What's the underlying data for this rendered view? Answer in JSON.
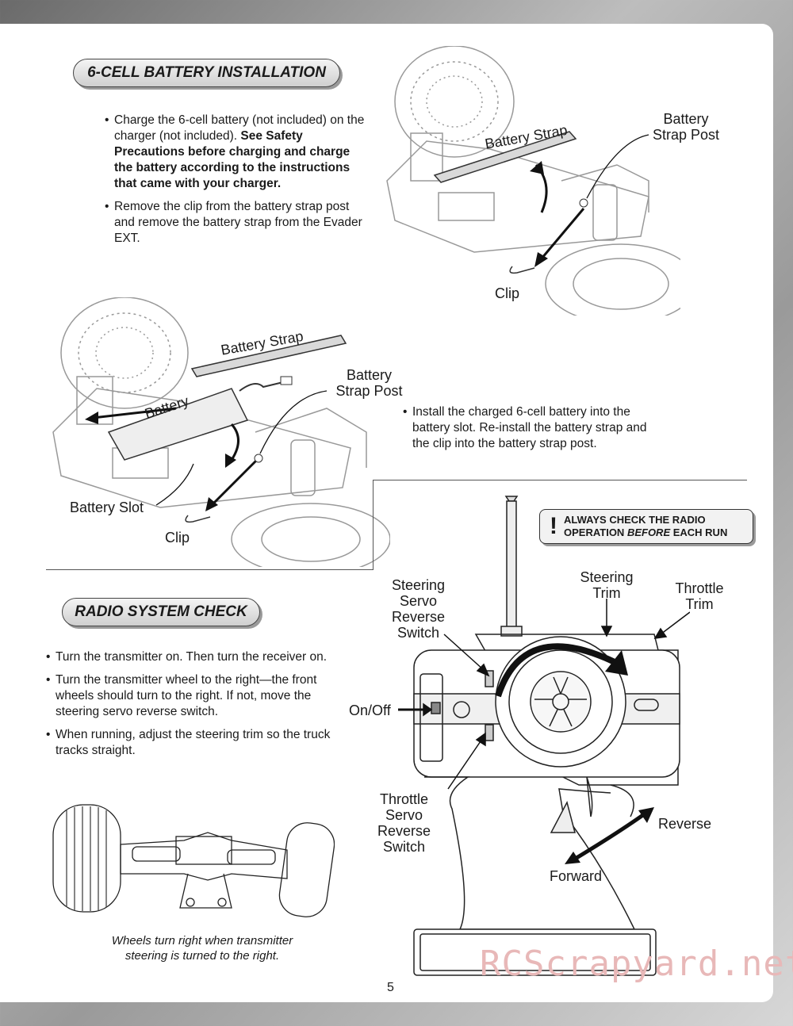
{
  "battery_section": {
    "title": "6-CELL BATTERY INSTALLATION",
    "bullet1_plain": "Charge the 6-cell battery (not included) on the charger (not included). ",
    "bullet1_bold": "See Safety Precautions before charging and charge the battery according to the instructions that came with your charger.",
    "bullet2": "Remove the clip from the battery strap post and remove the battery strap from the Evader EXT.",
    "bullet3": "Install the charged 6-cell battery into the battery slot. Re-install the battery strap and the clip into the battery strap post.",
    "fig1": {
      "strap": "Battery Strap",
      "post_1": "Battery",
      "post_2": "Strap Post",
      "clip": "Clip"
    },
    "fig2": {
      "strap": "Battery Strap",
      "battery": "Battery",
      "post_1": "Battery",
      "post_2": "Strap Post",
      "slot": "Battery Slot",
      "clip": "Clip"
    }
  },
  "radio_section": {
    "title": "RADIO SYSTEM CHECK",
    "bullets": [
      "Turn the transmitter on. Then turn the receiver on.",
      "Turn the transmitter wheel to the right—the front wheels should turn to the right. If not, move the steering servo reverse switch.",
      "When running, adjust the steering trim so the truck tracks straight."
    ],
    "caption": "Wheels turn right when transmitter steering is turned to the right.",
    "warning": {
      "icon": "!",
      "line1": "ALWAYS CHECK THE RADIO",
      "line2_a": "OPERATION ",
      "line2_em": "BEFORE",
      "line2_b": " EACH RUN"
    },
    "labels": {
      "ssr_1": "Steering",
      "ssr_2": "Servo",
      "ssr_3": "Reverse",
      "ssr_4": "Switch",
      "st_1": "Steering",
      "st_2": "Trim",
      "tt_1": "Throttle",
      "tt_2": "Trim",
      "onoff": "On/Off",
      "tsr_1": "Throttle",
      "tsr_2": "Servo",
      "tsr_3": "Reverse",
      "tsr_4": "Switch",
      "reverse": "Reverse",
      "forward": "Forward"
    }
  },
  "page_number": "5",
  "watermark": "RCScrapyard.net"
}
